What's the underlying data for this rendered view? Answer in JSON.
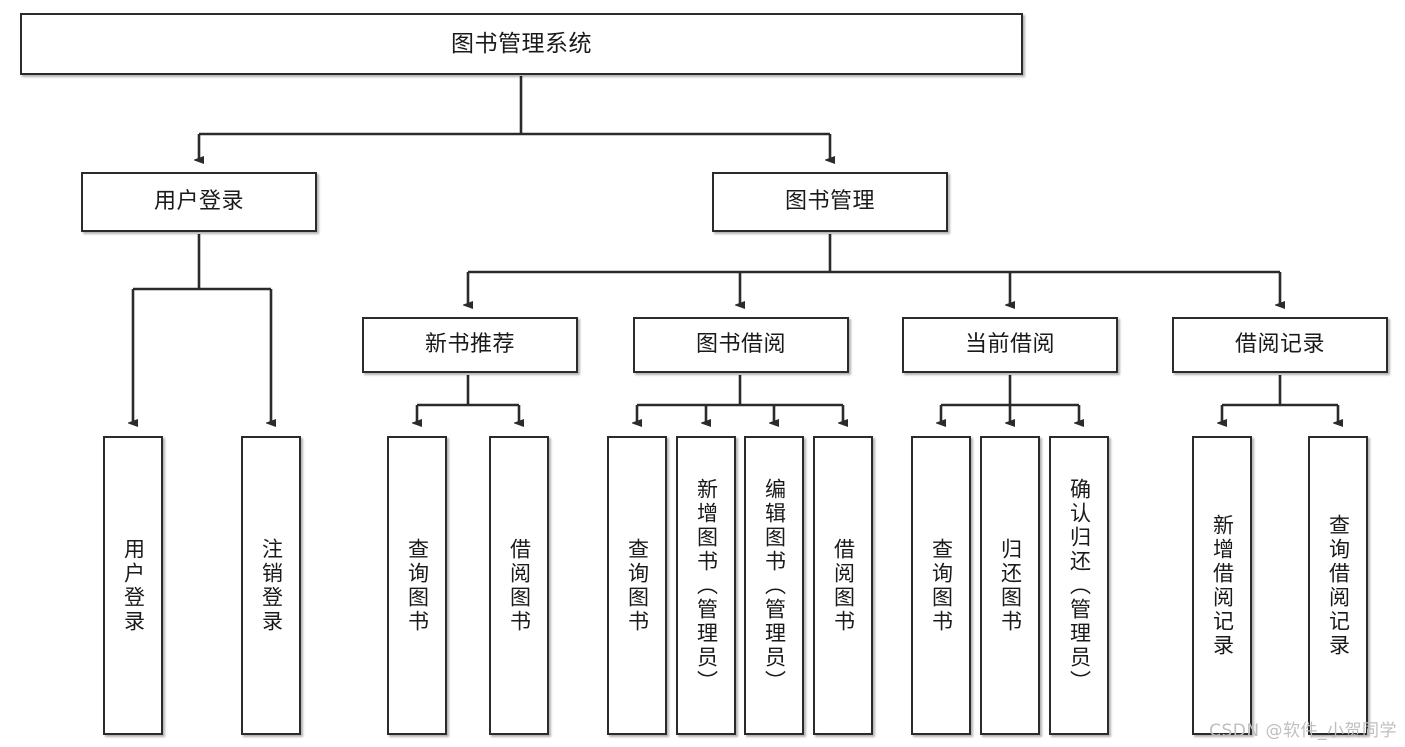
{
  "diagram": {
    "type": "tree",
    "title": "图书管理系统",
    "orientation": "top-down",
    "colors": {
      "box_border": "#2b2b2b",
      "box_fill": "#ffffff",
      "edge": "#2b2b2b",
      "text": "#1a1a1a",
      "watermark": "#bfbfbf",
      "background": "#ffffff"
    },
    "root": {
      "label": "图书管理系统"
    },
    "level1": [
      {
        "label": "用户登录"
      },
      {
        "label": "图书管理"
      }
    ],
    "level2": [
      {
        "label": "新书推荐"
      },
      {
        "label": "图书借阅"
      },
      {
        "label": "当前借阅"
      },
      {
        "label": "借阅记录"
      }
    ],
    "leaves": {
      "user_login": [
        {
          "label": "用户登录"
        },
        {
          "label": "注销登录"
        }
      ],
      "new_book_recommend": [
        {
          "label": "查询图书"
        },
        {
          "label": "借阅图书"
        }
      ],
      "book_borrow": [
        {
          "label": "查询图书"
        },
        {
          "label": "新增图书（管理员）"
        },
        {
          "label": "编辑图书（管理员）"
        },
        {
          "label": "借阅图书"
        }
      ],
      "current_borrow": [
        {
          "label": "查询图书"
        },
        {
          "label": "归还图书"
        },
        {
          "label": "确认归还（管理员）"
        }
      ],
      "borrow_record": [
        {
          "label": "新增借阅记录"
        },
        {
          "label": "查询借阅记录"
        }
      ]
    }
  },
  "watermark": {
    "text": "CSDN @软件_小贺同学"
  }
}
